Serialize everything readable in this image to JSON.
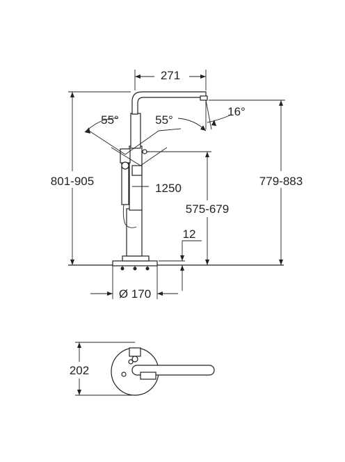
{
  "dimensions": {
    "spout_reach": "271",
    "angle_left": "55°",
    "angle_right": "55°",
    "spout_angle": "16°",
    "overall_height": "801-905",
    "outlet_height": "779-883",
    "hose_length": "1250",
    "holder_height": "575-679",
    "floor_clearance": "12",
    "base_diameter": "Ø 170",
    "plan_depth": "202"
  }
}
